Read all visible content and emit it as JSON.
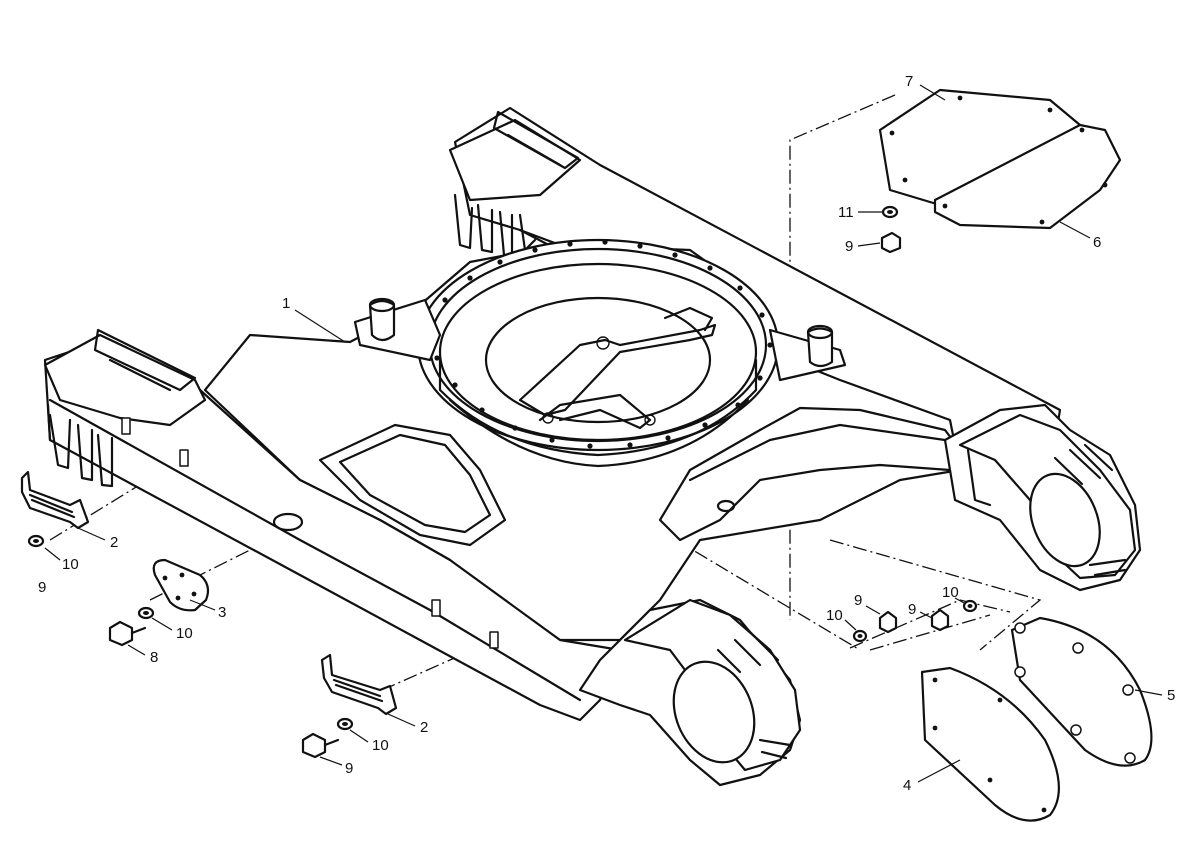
{
  "callouts": {
    "c1": "1",
    "c2a": "2",
    "c2b": "2",
    "c3": "3",
    "c4": "4",
    "c5": "5",
    "c6": "6",
    "c7": "7",
    "c8": "8",
    "c9a": "9",
    "c9b": "9",
    "c9c": "9",
    "c9d": "9",
    "c9e": "9",
    "c10a": "10",
    "c10b": "10",
    "c10c": "10",
    "c10d": "10",
    "c10e": "10",
    "c11": "11"
  }
}
